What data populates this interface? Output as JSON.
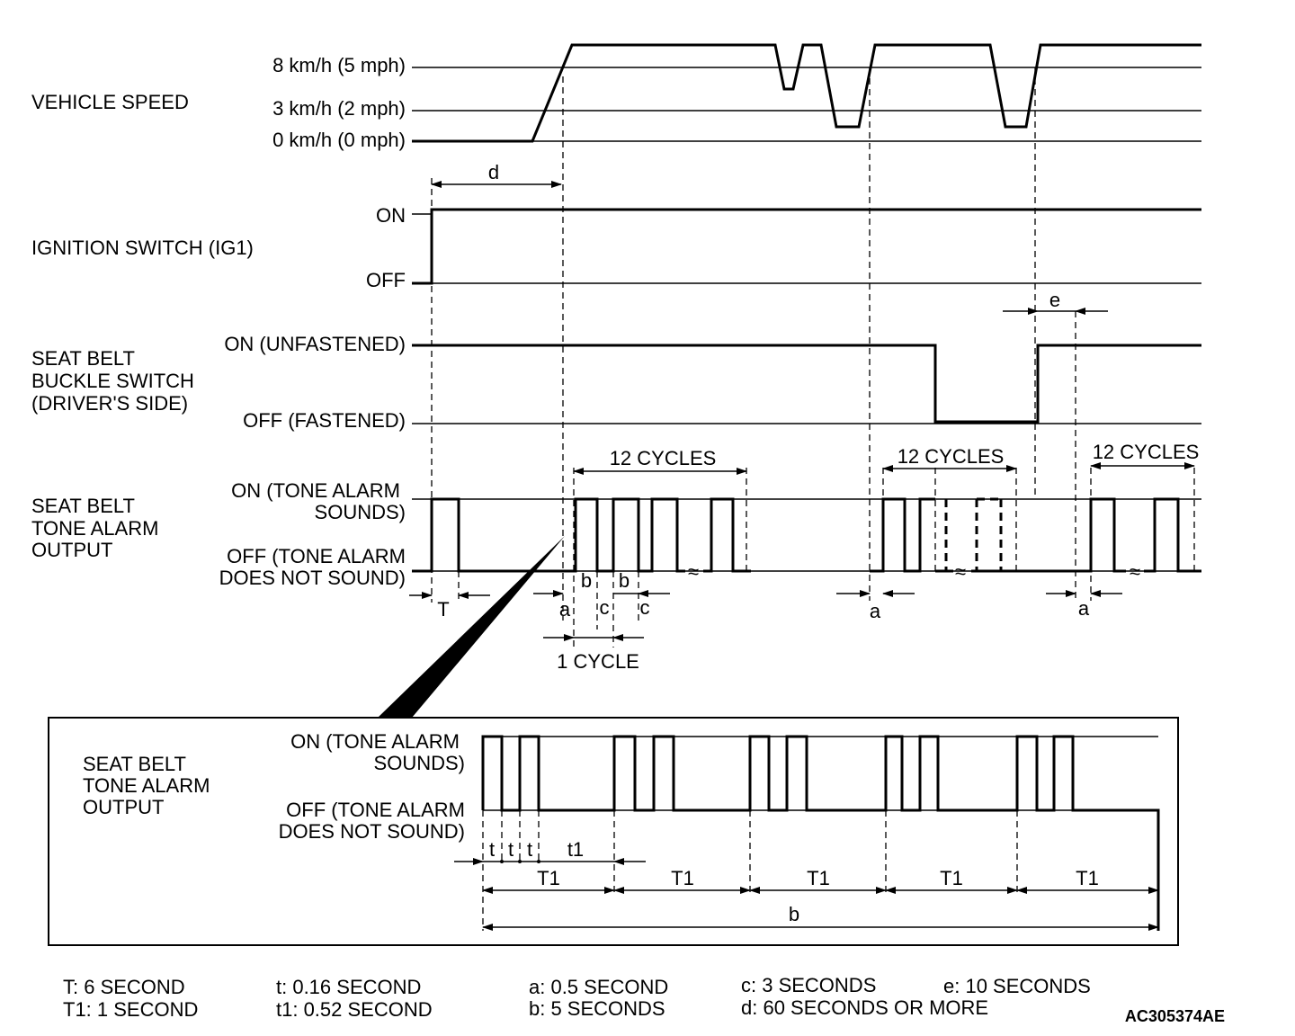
{
  "signals": {
    "vehicle_speed": {
      "name": "VEHICLE SPEED",
      "levels": [
        "8 km/h (5 mph)",
        "3 km/h (2 mph)",
        "0 km/h (0 mph)"
      ]
    },
    "ignition": {
      "name": "IGNITION SWITCH (IG1)",
      "levels": [
        "ON",
        "OFF"
      ]
    },
    "buckle": {
      "name": [
        "SEAT BELT",
        "BUCKLE SWITCH",
        "(DRIVER'S SIDE)"
      ],
      "levels": [
        "ON (UNFASTENED)",
        "OFF (FASTENED)"
      ]
    },
    "tone": {
      "name": [
        "SEAT BELT",
        "TONE ALARM",
        "OUTPUT"
      ],
      "on_level": [
        "ON (TONE ALARM",
        "SOUNDS)"
      ],
      "off_level": [
        "OFF (TONE ALARM",
        "DOES NOT SOUND)"
      ]
    }
  },
  "dimensions": {
    "d": "d",
    "e": "e",
    "T": "T",
    "a": "a",
    "b": "b",
    "c": "c",
    "t": "t",
    "t1": "t1",
    "T1": "T1",
    "cycles": "12 CYCLES",
    "one_cycle": "1 CYCLE"
  },
  "legend": [
    [
      "T: 6 SECOND",
      "T1: 1 SECOND"
    ],
    [
      "t: 0.16 SECOND",
      "t1: 0.52 SECOND"
    ],
    [
      "a: 0.5 SECOND",
      "b: 5 SECONDS"
    ],
    [
      "c: 3 SECONDS",
      "d: 60 SECONDS  OR MORE"
    ],
    [
      "e: 10 SECONDS"
    ]
  ],
  "figure_code": "AC305374AE"
}
